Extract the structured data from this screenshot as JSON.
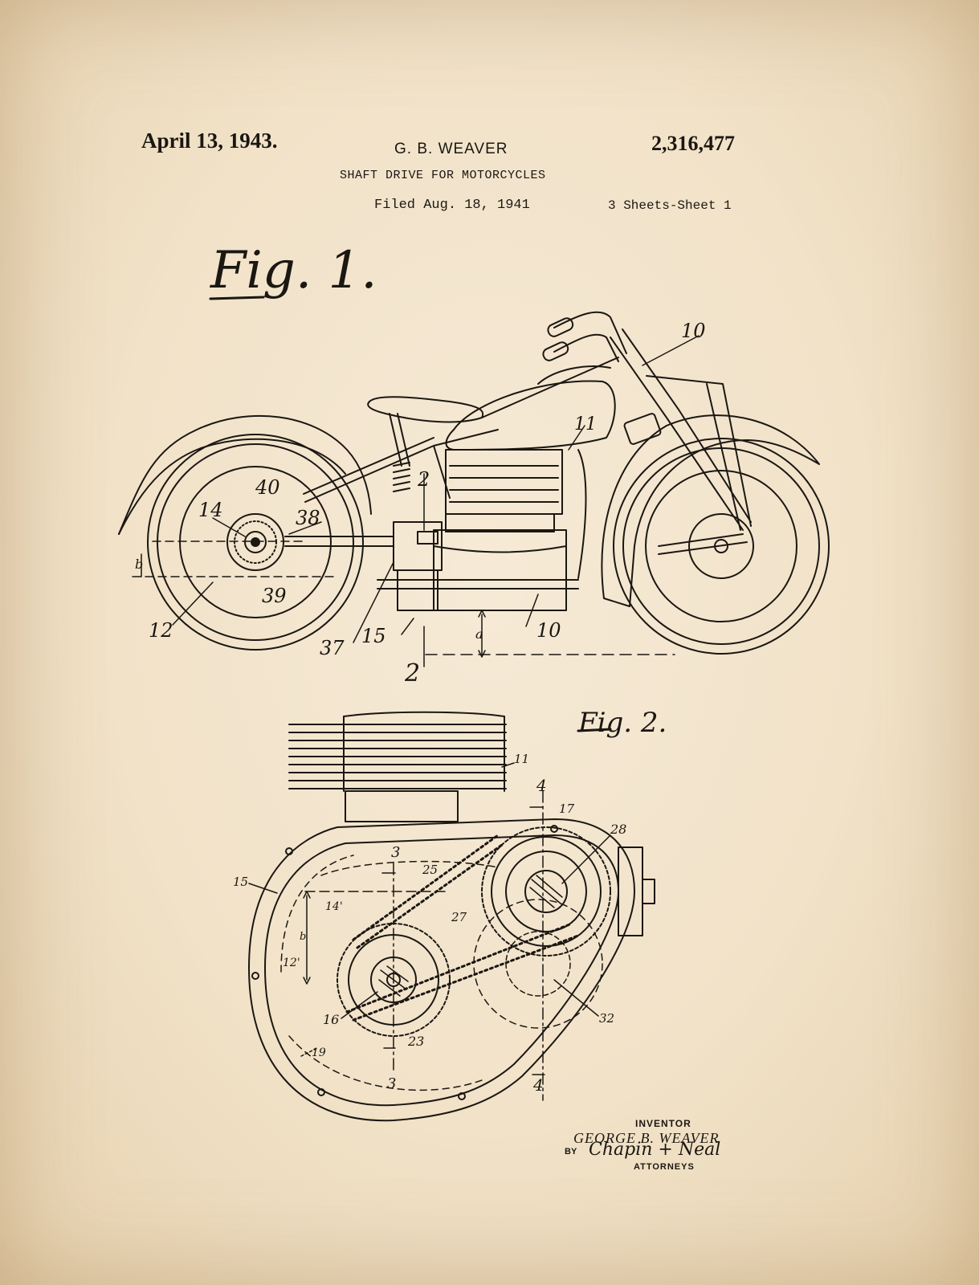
{
  "header": {
    "date": "April 13, 1943.",
    "inventor": "G. B. WEAVER",
    "patent_number": "2,316,477",
    "title": "SHAFT DRIVE FOR MOTORCYCLES",
    "filed": "Filed Aug. 18, 1941",
    "sheets": "3 Sheets-Sheet 1"
  },
  "figures": {
    "fig1_label": "Fig. 1.",
    "fig2_label": "Fig. 2.",
    "fig1_refs": {
      "r10a": "10",
      "r11": "11",
      "r2a": "2",
      "r40": "40",
      "r14": "14",
      "r38": "38",
      "r39": "39",
      "r12": "12",
      "r37": "37",
      "r15": "15",
      "r10b": "10",
      "r2b": "2",
      "rb": "b",
      "ra": "a"
    },
    "fig2_refs": {
      "r11": "11",
      "r4a": "4",
      "r17": "17",
      "r28": "28",
      "r3a": "3",
      "r25": "25",
      "r15": "15",
      "r14p": "14'",
      "r27": "27",
      "rb": "b",
      "r12p": "12'",
      "r16": "16",
      "r23": "23",
      "r32": "32",
      "r19": "19",
      "r3b": "3",
      "r4b": "4"
    }
  },
  "signature": {
    "inventor_caption": "INVENTOR",
    "inventor_name": "GEORGE B. WEAVER",
    "by": "BY",
    "attorney_signature": "Chapin + Neal",
    "attorneys_caption": "ATTORNEYS"
  },
  "colors": {
    "paper": "#f3e5cc",
    "ink": "#1b1712"
  }
}
